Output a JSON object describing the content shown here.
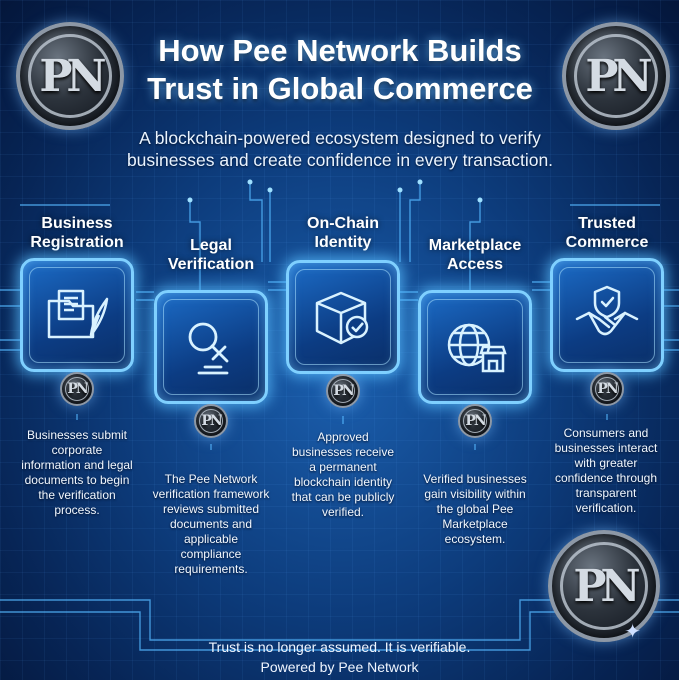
{
  "header": {
    "title_line1": "How Pee Network Builds",
    "title_line2": "Trust in Global Commerce",
    "subtitle_line1": "A blockchain-powered ecosystem designed to verify",
    "subtitle_line2": "businesses and create confidence in every transaction."
  },
  "steps": [
    {
      "title_line1": "Business",
      "title_line2": "Registration",
      "icon": "folder-document-feather-icon",
      "desc": [
        "Businesses submit",
        "corporate",
        "information and legal",
        "documents to begin",
        "the verification",
        "process."
      ]
    },
    {
      "title_line1": "Legal",
      "title_line2": "Verification",
      "icon": "magnifier-gavel-icon",
      "desc": [
        "The Pee Network",
        "verification framework",
        "reviews submitted",
        "documents and",
        "applicable",
        "compliance",
        "requirements."
      ]
    },
    {
      "title_line1": "On-Chain",
      "title_line2": "Identity",
      "icon": "cube-badge-icon",
      "desc": [
        "Approved",
        "businesses receive",
        "a permanent",
        "blockchain identity",
        "that can be publicly",
        "verified."
      ]
    },
    {
      "title_line1": "Marketplace",
      "title_line2": "Access",
      "icon": "globe-store-icon",
      "desc": [
        "Verified businesses",
        "gain visibility within",
        "the global Pee",
        "Marketplace",
        "ecosystem."
      ]
    },
    {
      "title_line1": "Trusted",
      "title_line2": "Commerce",
      "icon": "handshake-shield-icon",
      "desc": [
        "Consumers and",
        "businesses interact",
        "with greater",
        "confidence through",
        "transparent",
        "verification."
      ]
    }
  ],
  "footer": {
    "line1": "Trust is no longer assumed. It is verifiable.",
    "line2": "Powered by Pee Network"
  },
  "colors": {
    "accent_glow": "#7fd0ff",
    "background": "#0d3c7c"
  }
}
